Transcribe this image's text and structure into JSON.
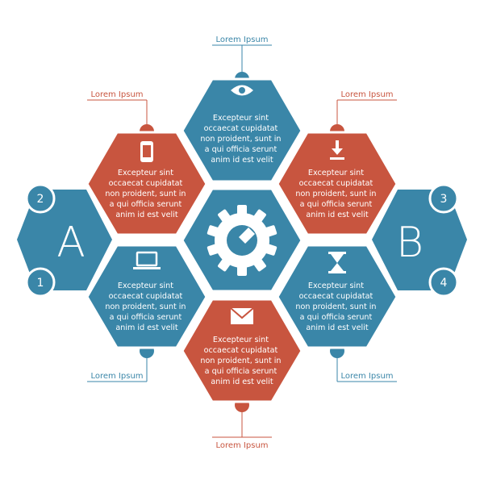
{
  "colors": {
    "blue": "#3a86a8",
    "red": "#c8553f",
    "white": "#ffffff"
  },
  "labels": {
    "top": "Lorem Ipsum",
    "top_left": "Lorem Ipsum",
    "top_right": "Lorem Ipsum",
    "bottom_left": "Lorem Ipsum",
    "bottom_right": "Lorem Ipsum",
    "bottom": "Lorem Ipsum"
  },
  "cells": {
    "top": {
      "icon": "eye-icon",
      "lines": [
        "Excepteur sint",
        "occaecat cupidatat",
        "non proident, sunt in",
        "a qui officia serunt",
        "anim id est velit"
      ]
    },
    "upper_left": {
      "icon": "phone-icon",
      "lines": [
        "Excepteur sint",
        "occaecat cupidatat",
        "non proident, sunt in",
        "a qui officia serunt",
        "anim id est velit"
      ]
    },
    "upper_right": {
      "icon": "download-icon",
      "lines": [
        "Excepteur sint",
        "occaecat cupidatat",
        "non proident, sunt in",
        "a qui officia serunt",
        "anim id est velit"
      ]
    },
    "lower_left": {
      "icon": "laptop-icon",
      "lines": [
        "Excepteur sint",
        "occaecat cupidatat",
        "non proident, sunt in",
        "a qui officia serunt",
        "anim id est velit"
      ]
    },
    "lower_right": {
      "icon": "hourglass-icon",
      "lines": [
        "Excepteur sint",
        "occaecat cupidatat",
        "non proident, sunt in",
        "a qui officia serunt",
        "anim id est velit"
      ]
    },
    "bottom": {
      "icon": "envelope-icon",
      "lines": [
        "Excepteur sint",
        "occaecat cupidatat",
        "non proident, sunt in",
        "a qui officia serunt",
        "anim id est velit"
      ]
    },
    "center": {
      "icon": "gear-icon"
    }
  },
  "sides": {
    "left": {
      "letter": "A",
      "top_number": "2",
      "bottom_number": "1"
    },
    "right": {
      "letter": "B",
      "top_number": "3",
      "bottom_number": "4"
    }
  }
}
